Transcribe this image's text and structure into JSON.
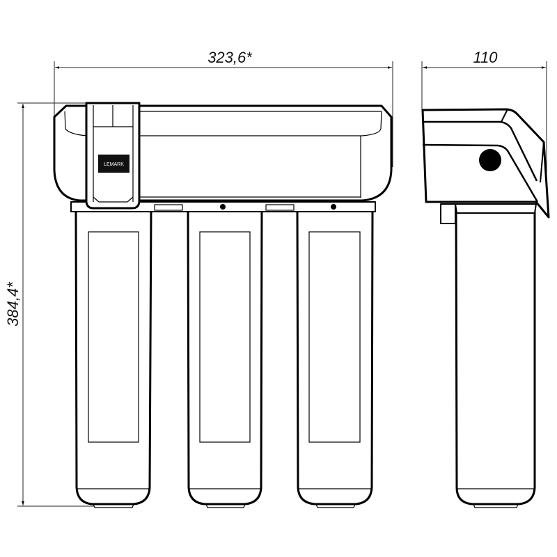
{
  "dimensions": {
    "front_width": "323,6*",
    "side_depth": "110",
    "height": "384,4*"
  },
  "brand_logo": "LEMARK",
  "colors": {
    "line": "#000000",
    "background": "#ffffff"
  }
}
